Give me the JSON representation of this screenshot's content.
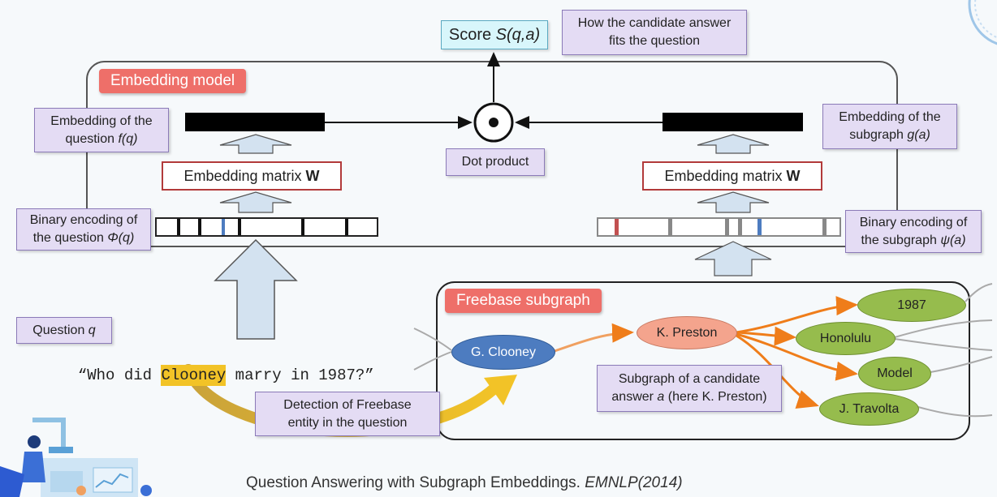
{
  "score_label": "Score ",
  "score_formula": "S(q,a)",
  "score_note": [
    "How the candidate answer",
    "fits the question"
  ],
  "embedding_model_title": "Embedding model",
  "freebase_subgraph_title": "Freebase subgraph",
  "embedding_question": [
    "Embedding of the",
    "question "
  ],
  "embedding_question_formula": "f(q)",
  "embedding_subgraph": [
    "Embedding of the",
    "subgraph "
  ],
  "embedding_subgraph_formula": "g(a)",
  "dot_product": "Dot product",
  "embedding_matrix_left": "Embedding matrix ",
  "embedding_matrix_right": "Embedding matrix ",
  "matrix_symbol": "W",
  "binary_question": [
    "Binary encoding of",
    "the question "
  ],
  "binary_question_formula": "Φ(q)",
  "binary_subgraph": [
    "Binary encoding of",
    "the subgraph "
  ],
  "binary_subgraph_formula": "ψ(a)",
  "question_label": "Question ",
  "question_var": "q",
  "question_pre": "“Who did ",
  "question_entity": "Clooney",
  "question_post": " marry in 1987?”",
  "detection_note": [
    "Detection of Freebase",
    "entity in the question"
  ],
  "subgraph_note_line1": "Subgraph of a candidate",
  "subgraph_note_line2_pre": "answer ",
  "subgraph_note_var": "a",
  "subgraph_note_line2_post": " (here K. Preston)",
  "nodes": {
    "clooney": "G. Clooney",
    "preston": "K. Preston",
    "year": "1987",
    "honolulu": "Honolulu",
    "model": "Model",
    "travolta": "J. Travolta"
  },
  "citation": "Question Answering with Subgraph Embeddings. ",
  "citation_venue": "EMNLP(2014)",
  "colors": {
    "lavender": "#e4dcf4",
    "red_tag": "#ee6f69",
    "cyan_box": "#d8f6fb",
    "arrow_fill": "#d3e2f0",
    "highlight": "#f2c327",
    "node_blue": "#4d7cc0",
    "node_salmon": "#f4a48d",
    "node_green": "#96bc4d",
    "edge_orange": "#ef7d1a"
  }
}
